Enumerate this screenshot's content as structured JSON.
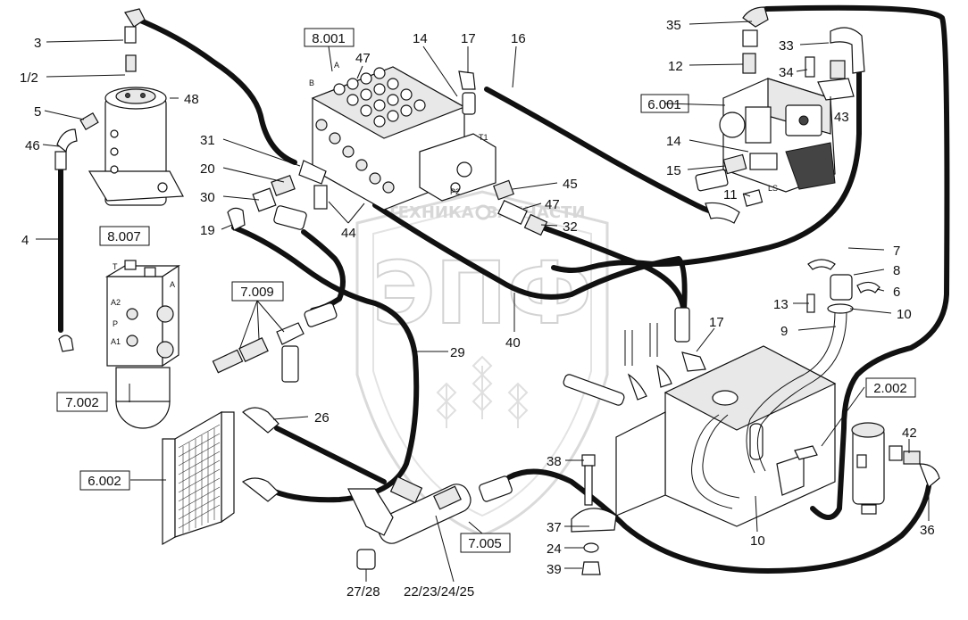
{
  "watermark": {
    "logo_text": "ЭПФ",
    "brand_line": "ТЕХНИКА",
    "brand_line_2": "ЗАПЧАСТИ"
  },
  "reference_boxes": {
    "r8001": "8.001",
    "r6001": "6.001",
    "r8007": "8.007",
    "r7009": "7.009",
    "r7002": "7.002",
    "r6002": "6.002",
    "r7005": "7.005",
    "r2002": "2.002"
  },
  "callouts": {
    "c3": "3",
    "c1_2": "1/2",
    "c5": "5",
    "c46": "46",
    "c4": "4",
    "c48": "48",
    "c47a": "47",
    "c14a": "14",
    "c17a": "17",
    "c16": "16",
    "c35": "35",
    "c12": "12",
    "c33": "33",
    "c34": "34",
    "c43": "43",
    "c14b": "14",
    "c15": "15",
    "c11": "11",
    "c31": "31",
    "c20": "20",
    "c30": "30",
    "c19": "19",
    "c44": "44",
    "c45": "45",
    "c47b": "47",
    "c32": "32",
    "c7": "7",
    "c8": "8",
    "c6": "6",
    "c13": "13",
    "c10a": "10",
    "c9": "9",
    "c17b": "17",
    "c40": "40",
    "c29": "29",
    "c26": "26",
    "c38": "38",
    "c37": "37",
    "c24": "24",
    "c39": "39",
    "c27_28": "27/28",
    "c22_25": "22/23/24/25",
    "c10b": "10",
    "c42": "42",
    "c36": "36"
  },
  "port_marks": {
    "a": "A",
    "b": "B",
    "t": "T",
    "a2": "A2",
    "p": "P",
    "a1": "A1",
    "a_top": "A",
    "t1": "T1",
    "p2": "P2",
    "ls": "LS"
  }
}
